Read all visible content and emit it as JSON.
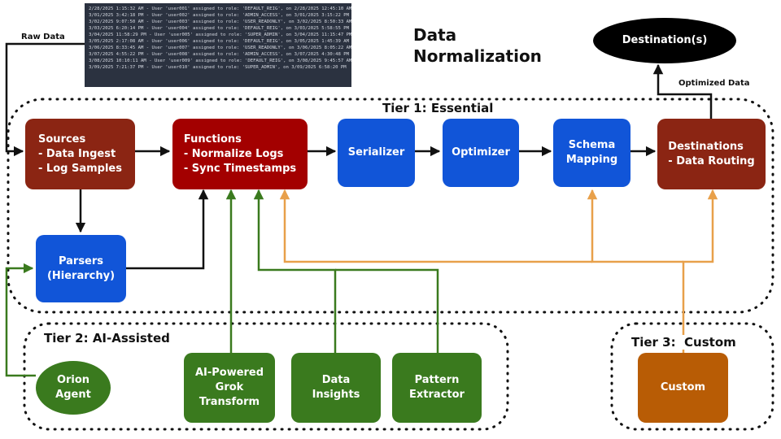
{
  "title": "Data\nNormalization",
  "log_lines": [
    "2/28/2025 1:15:32 AM - User 'user001' assigned to role: 'DEFAULT_REIG', on 2/28/2025 12:45:10 AM",
    "3/01/2025 3:42:18 PM - User 'user002' assigned to role: 'ADMIN_ACCESS', on 3/01/2025 3:15:22 PM",
    "3/02/2025 9:07:50 AM - User 'user003' assigned to role: 'USER_READONLY', on 3/02/2025 8:50:33 AM",
    "3/03/2025 6:20:14 PM - User 'user004' assigned to role: 'DEFAULT_REIG', on 3/03/2025 5:58:55 PM",
    "3/04/2025 11:58:29 PM - User 'user005' assigned to role: 'SUPER_ADMIN', on 3/04/2025 11:15:47 PM",
    "3/05/2025 2:17:08 AM - User 'user006' assigned to role: 'DEFAULT_REIG', on 3/05/2025 1:45:39 AM",
    "3/06/2025 8:33:45 AM - User 'user007' assigned to role: 'USER_READONLY', on 3/06/2025 8:05:22 AM",
    "3/07/2025 4:55:22 PM - User 'user008' assigned to role: 'ADMIN_ACCESS', on 3/07/2025 4:30:48 PM",
    "3/08/2025 10:10:11 AM - User 'user009' assigned to role: 'DEFAULT_REIG', on 3/08/2025 9:45:57 AM",
    "3/09/2025 7:21:37 PM - User 'user010' assigned to role: 'SUPER_ADMIN', on 3/09/2025 6:58:20 PM"
  ],
  "edge_labels": {
    "raw_data": "Raw Data",
    "optimized_data": "Optimized Data"
  },
  "tiers": {
    "tier1": "Tier 1: Essential",
    "tier2": "Tier 2: AI-Assisted",
    "tier3": "Tier 3:  Custom"
  },
  "nodes": {
    "sources": "Sources\n- Data Ingest\n- Log Samples",
    "functions": "Functions\n- Normalize Logs\n- Sync Timestamps",
    "serializer": "Serializer",
    "optimizer": "Optimizer",
    "schema_mapping": "Schema\nMapping",
    "destinations": "Destinations\n- Data Routing",
    "destinations_out": "Destination(s)",
    "parsers": "Parsers\n(Hierarchy)",
    "orion_agent": "Orion\nAgent",
    "ai_grok": "AI-Powered\nGrok\nTransform",
    "data_insights": "Data\nInsights",
    "pattern_extractor": "Pattern\nExtractor",
    "custom": "Custom"
  },
  "colors": {
    "black": "#111111",
    "green": "#3a7a1e",
    "orange": "#e8a04a",
    "source_red": "#8b2513",
    "function_red": "#a30000",
    "blue": "#1155d8",
    "custom_orange": "#b85c05"
  }
}
